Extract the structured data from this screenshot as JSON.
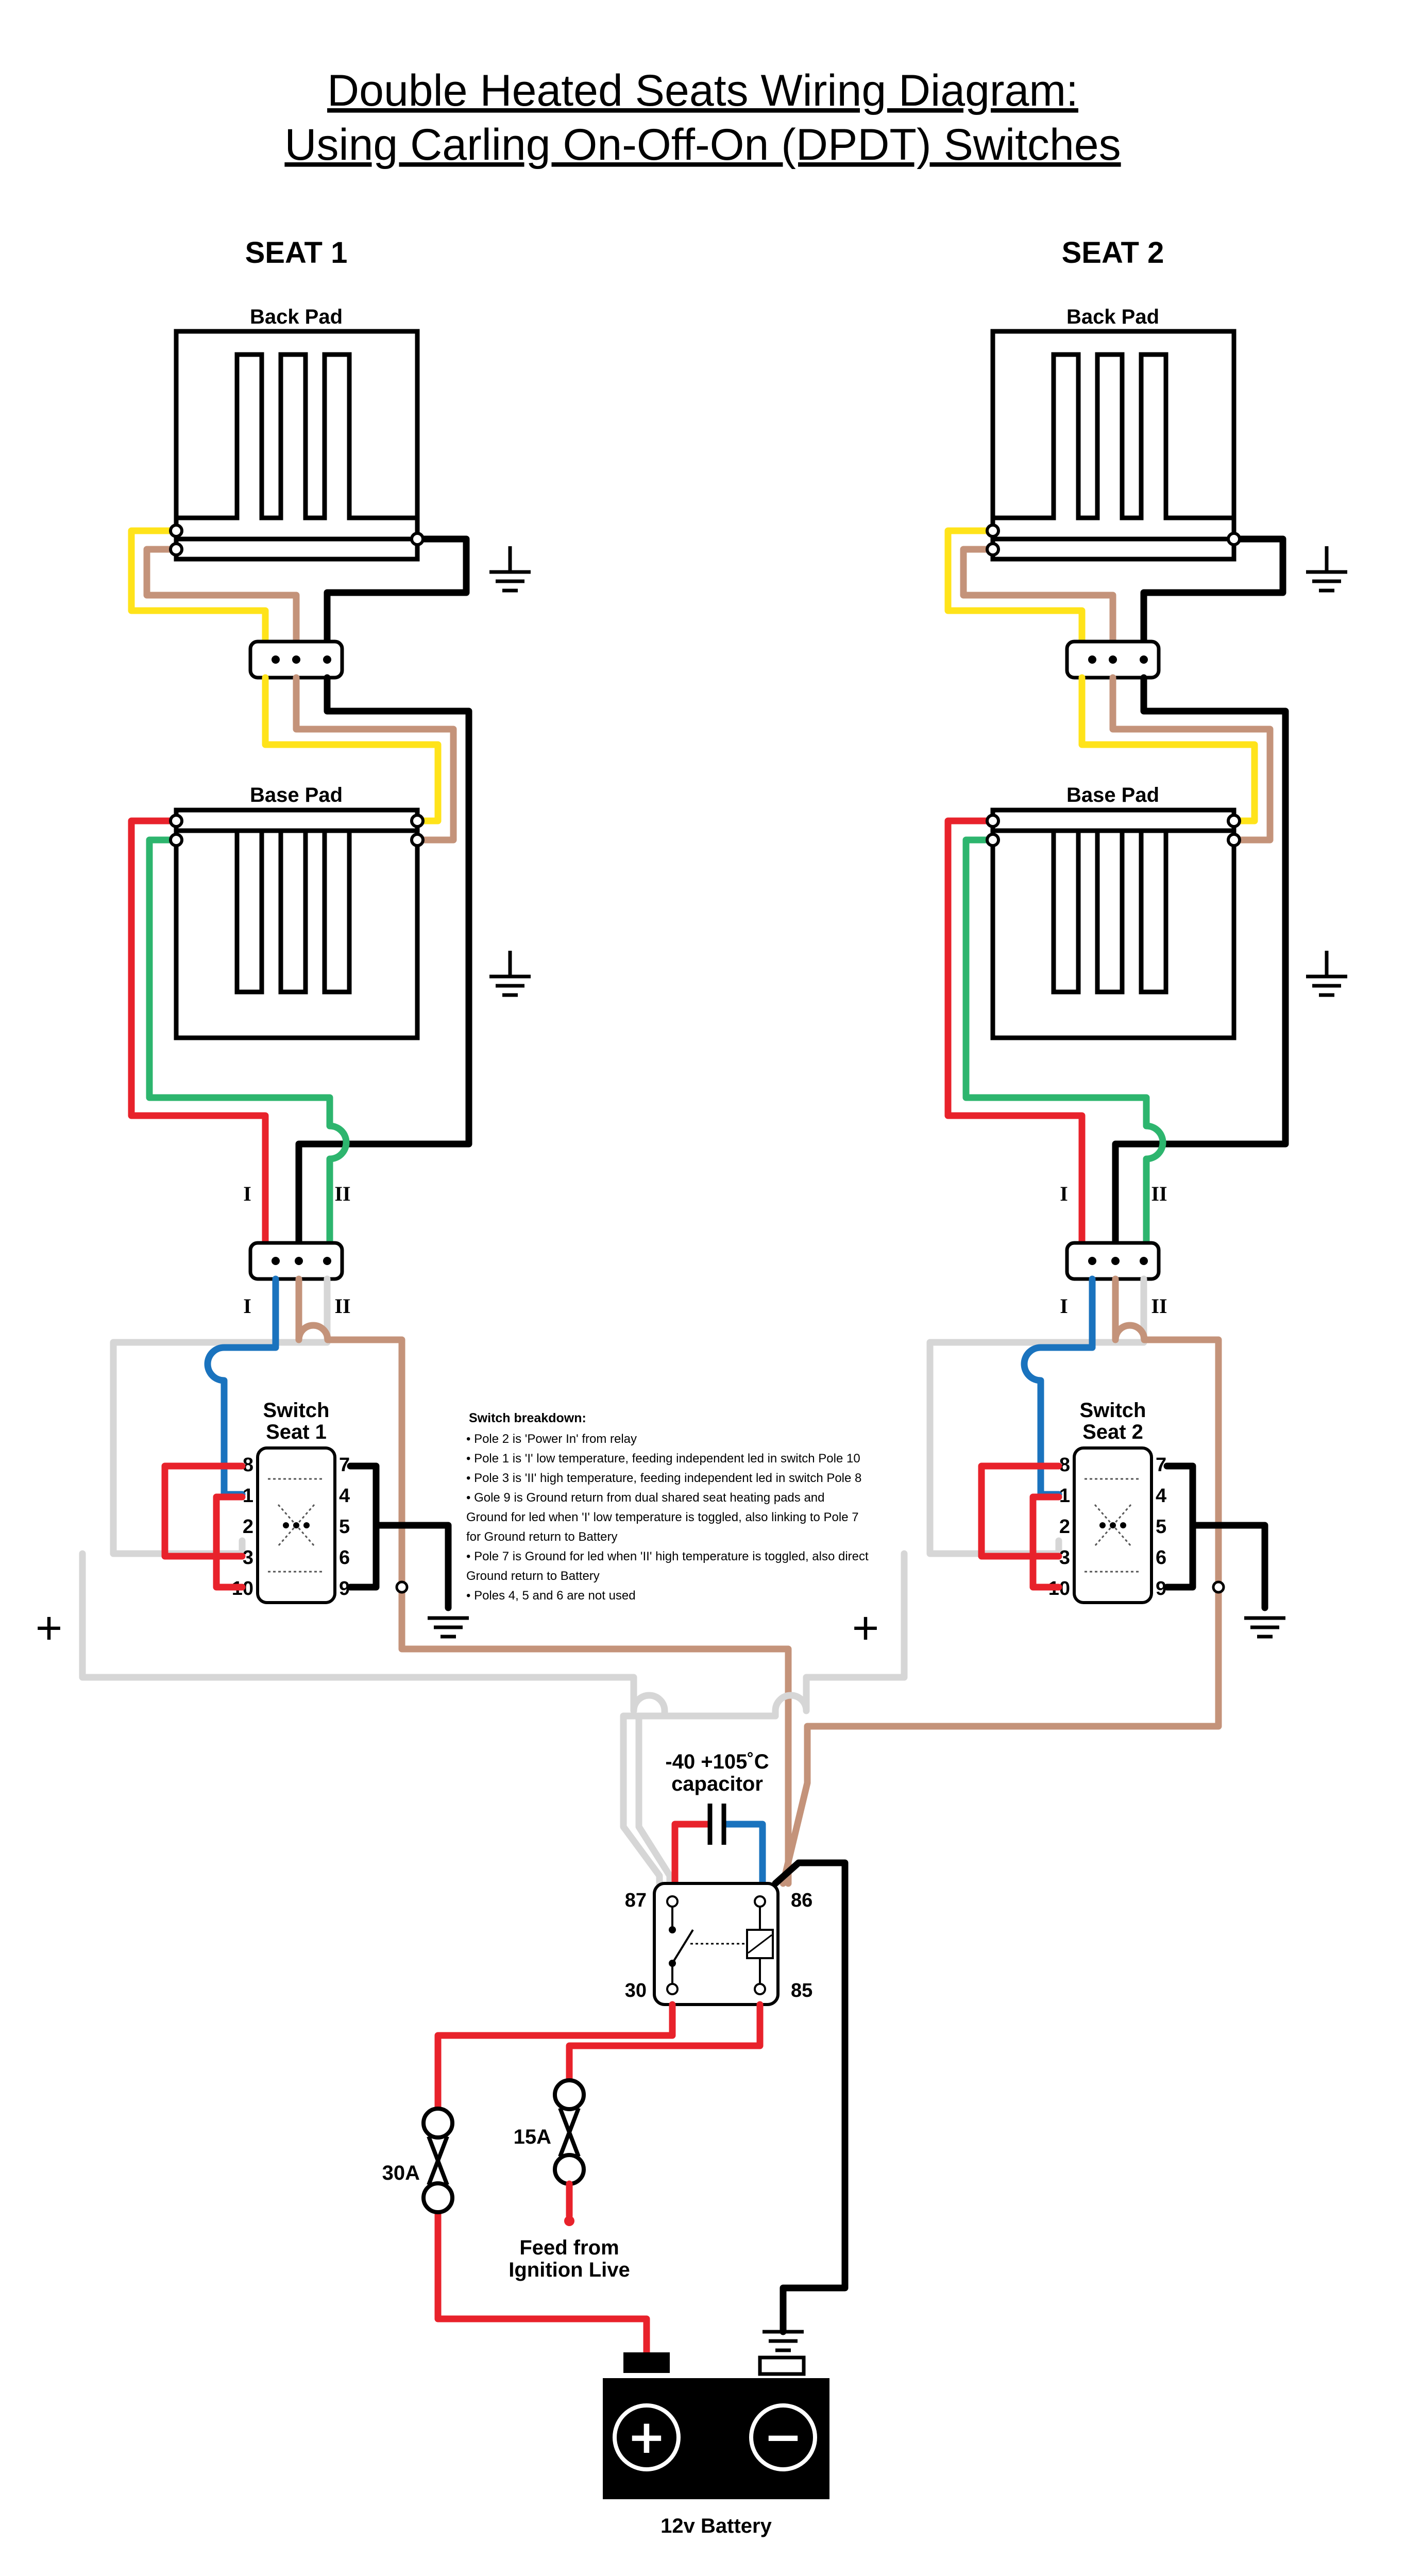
{
  "title": {
    "line1": "Double Heated Seats Wiring Diagram:",
    "line2": "Using Carling On-Off-On (DPDT) Switches"
  },
  "seats": [
    {
      "heading": "SEAT 1",
      "back_pad": "Back Pad",
      "base_pad": "Base Pad",
      "switch_label_1": "Switch",
      "switch_label_2": "Seat 1"
    },
    {
      "heading": "SEAT 2",
      "back_pad": "Back Pad",
      "base_pad": "Base Pad",
      "switch_label_1": "Switch",
      "switch_label_2": "Seat 2"
    }
  ],
  "roman": {
    "one": "I",
    "two": "II"
  },
  "switch_pins": {
    "left": [
      "8",
      "1",
      "2",
      "3",
      "10"
    ],
    "right": [
      "7",
      "4",
      "5",
      "6",
      "9"
    ]
  },
  "plus_symbol": "+",
  "switch_breakdown": {
    "heading": "Switch breakdown:",
    "lines": [
      "• Pole 2 is 'Power In' from relay",
      "• Pole 1 is 'I' low temperature, feeding independent led in switch Pole 10",
      "• Pole 3 is 'II' high temperature, feeding independent led in switch Pole 8",
      "• Gole 9 is Ground return from dual shared seat heating pads and",
      "  Ground for led when 'I' low temperature is toggled, also linking to Pole 7",
      "  for Ground return to Battery",
      "• Pole 7 is Ground for led when 'II' high temperature is toggled, also direct",
      "  Ground return to Battery",
      "• Poles 4, 5 and 6 are not used"
    ]
  },
  "capacitor": {
    "line1": "-40 +105˚C",
    "line2": "capacitor"
  },
  "relay": {
    "pin87": "87",
    "pin86": "86",
    "pin30": "30",
    "pin85": "85"
  },
  "fuses": {
    "main": "30A",
    "ignition": "15A"
  },
  "ignition_feed": {
    "line1": "Feed from",
    "line2": "Ignition Live"
  },
  "battery": {
    "label": "12v Battery",
    "positive": "+",
    "negative": "−"
  },
  "colors": {
    "yellow": "#FFE31A",
    "tan": "#C4937A",
    "black": "#000000",
    "red": "#E8222B",
    "green": "#2DB56E",
    "blue": "#1A73BE",
    "grey": "#D6D6D6"
  }
}
